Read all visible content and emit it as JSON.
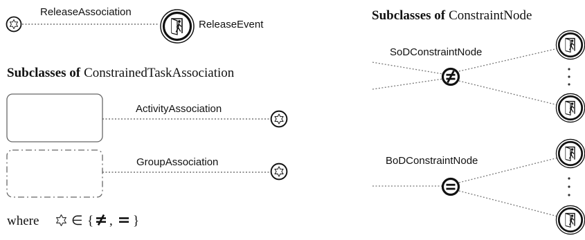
{
  "release": {
    "association_label": "ReleaseAssociation",
    "event_label": "ReleaseEvent",
    "association_icon": "star-icon",
    "event_icon": "exit-door-icon"
  },
  "constrained_task": {
    "heading_bold": "Subclasses of",
    "heading_rest": "ConstrainedTaskAssociation",
    "activity_label": "ActivityAssociation",
    "group_label": "GroupAssociation",
    "activity_icon": "star-icon",
    "group_icon": "star-icon"
  },
  "legend": {
    "prefix": "where",
    "element_of": "∈",
    "open_brace": "{",
    "sep": ",",
    "close_brace": "}",
    "star_icon": "star-icon",
    "not_equal_icon": "not-equal-icon",
    "equal_icon": "equal-icon"
  },
  "constraint_node": {
    "heading_bold": "Subclasses of",
    "heading_rest": "ConstraintNode",
    "sod_label": "SoDConstraintNode",
    "bod_label": "BoDConstraintNode",
    "sod_icon": "not-equal-icon",
    "bod_icon": "equal-icon",
    "event_icon": "exit-door-icon"
  },
  "colors": {
    "stroke": "#111111",
    "dotted_line": "#555555",
    "background": "#ffffff"
  }
}
